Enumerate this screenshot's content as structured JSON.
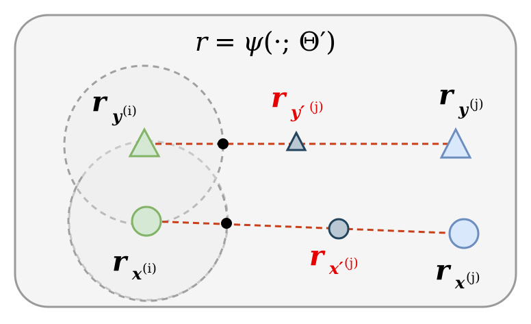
{
  "title": {
    "r": "r",
    "equals": "=",
    "psi": "ψ",
    "args": "(·; Θ′)"
  },
  "labels": {
    "ry_i": {
      "main": "r",
      "sub": "y",
      "sup": "(i)"
    },
    "ry_prime_j": {
      "main": "r",
      "sub": "y′",
      "sup": "(j)"
    },
    "ry_j": {
      "main": "r",
      "sub": "y",
      "sup": "(j)"
    },
    "rx_i": {
      "main": "r",
      "sub": "x",
      "sup": "(i)"
    },
    "rx_prime_j": {
      "main": "r",
      "sub": "x′",
      "sup": "(j)"
    },
    "rx_j": {
      "main": "r",
      "sub": "x",
      "sup": "(j)"
    }
  },
  "colors": {
    "panel_fill": "#f5f5f5",
    "panel_stroke": "#9a9a9a",
    "dashed_circle": "#a0a0a0",
    "dashed_line": "#c8401a",
    "green_fill": "#d5e8d4",
    "green_stroke": "#82b366",
    "blue_fill": "#dae8fc",
    "blue_stroke": "#6c8ebf",
    "dark_fill": "#bac8d3",
    "dark_stroke": "#23445d",
    "highlight_text": "#e60000",
    "text": "#000000"
  }
}
